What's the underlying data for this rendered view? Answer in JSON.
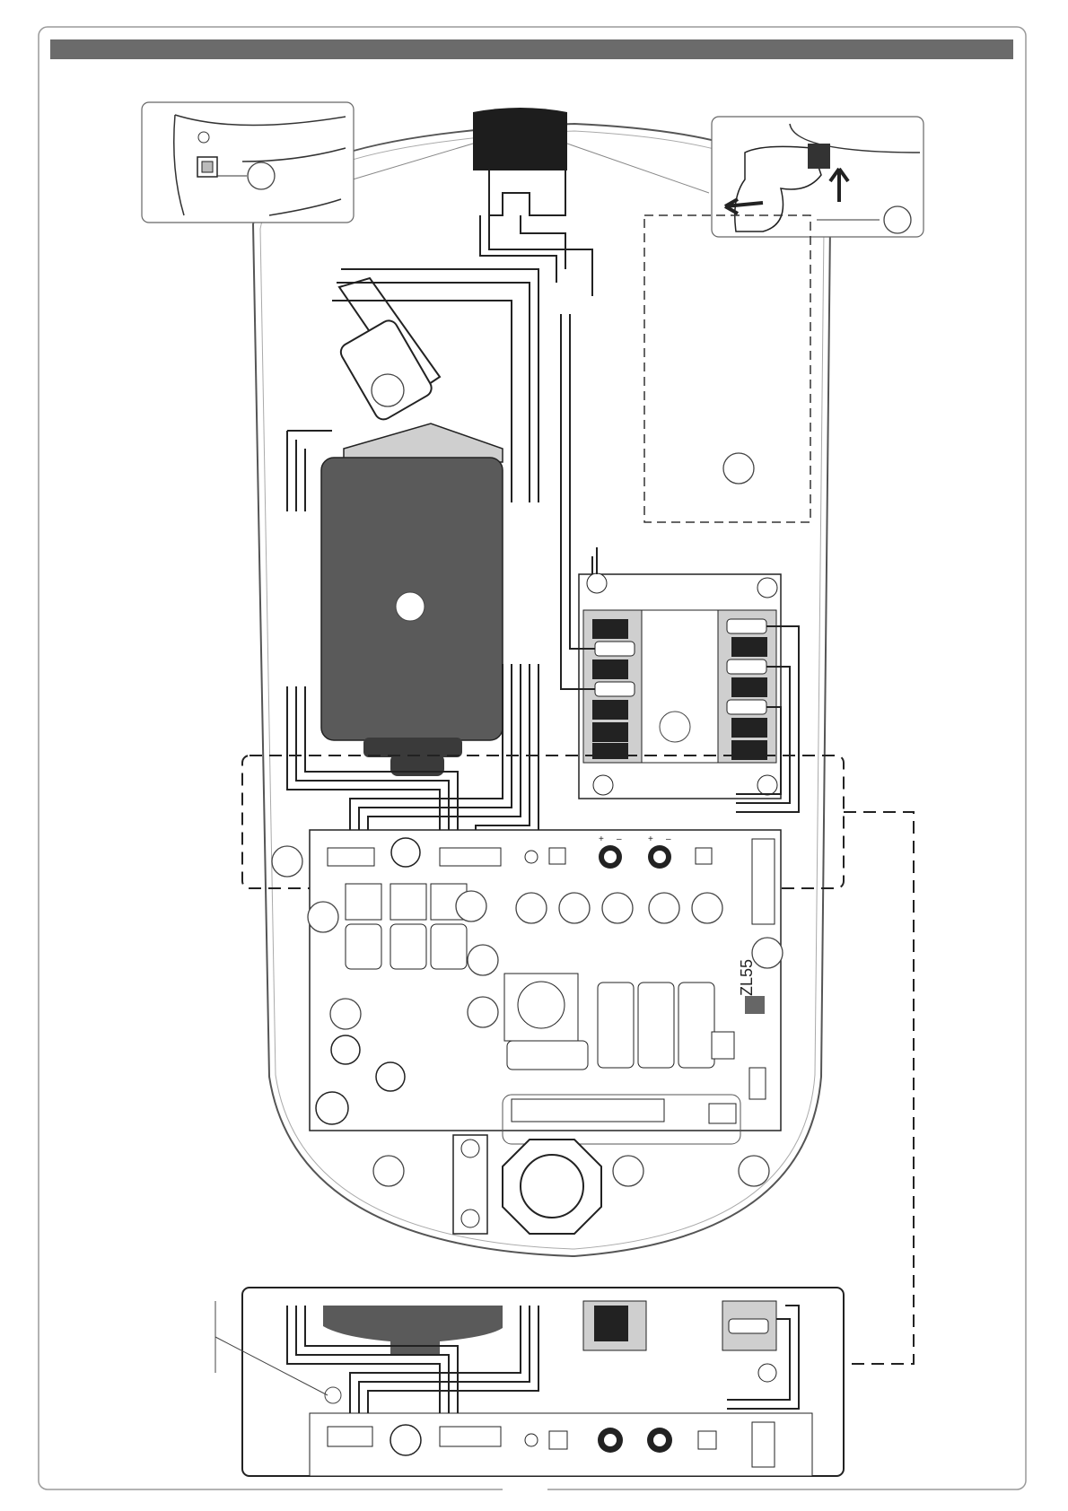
{
  "board": {
    "model_label": "ZL55"
  },
  "trimmers": {
    "plus_sign": "+",
    "minus_sign": "–"
  },
  "colors": {
    "header_bar": "#6b6b6b",
    "motor_body": "#5a5a5a",
    "line": "#1a1a1a",
    "callout_fill": "#ffffff",
    "panel_grey": "#cfcfcf",
    "dark_fill": "#222222"
  },
  "callouts": {
    "count": 27,
    "style": "blank circle"
  }
}
